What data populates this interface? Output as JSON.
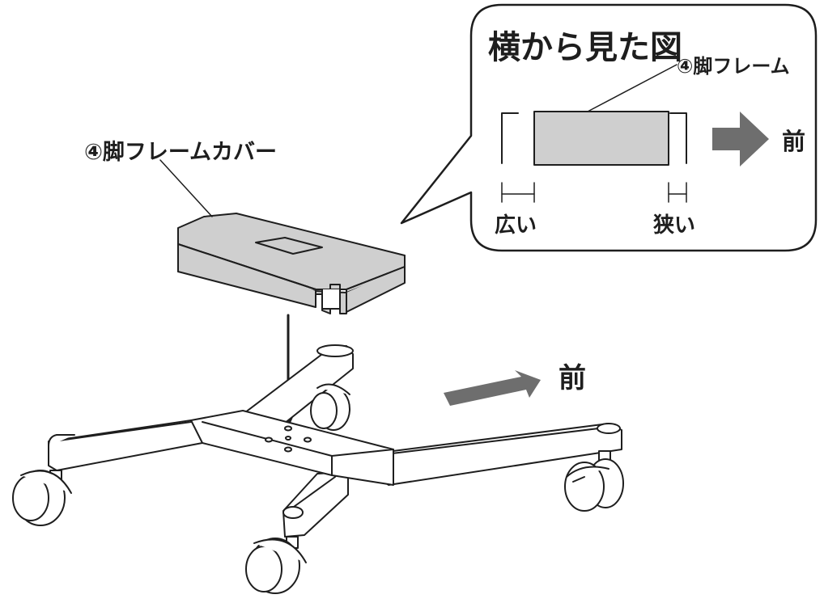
{
  "labels": {
    "cover": "④脚フレームカバー",
    "side_view_title": "横から見た図",
    "frame": "④脚フレーム",
    "front_side": "前",
    "wide": "広い",
    "narrow": "狭い",
    "front_main": "前"
  },
  "colors": {
    "line": "#1e1e1e",
    "part_fill": "#cfcfcf",
    "arrow_fill": "#6e6e6e",
    "background": "#ffffff"
  }
}
